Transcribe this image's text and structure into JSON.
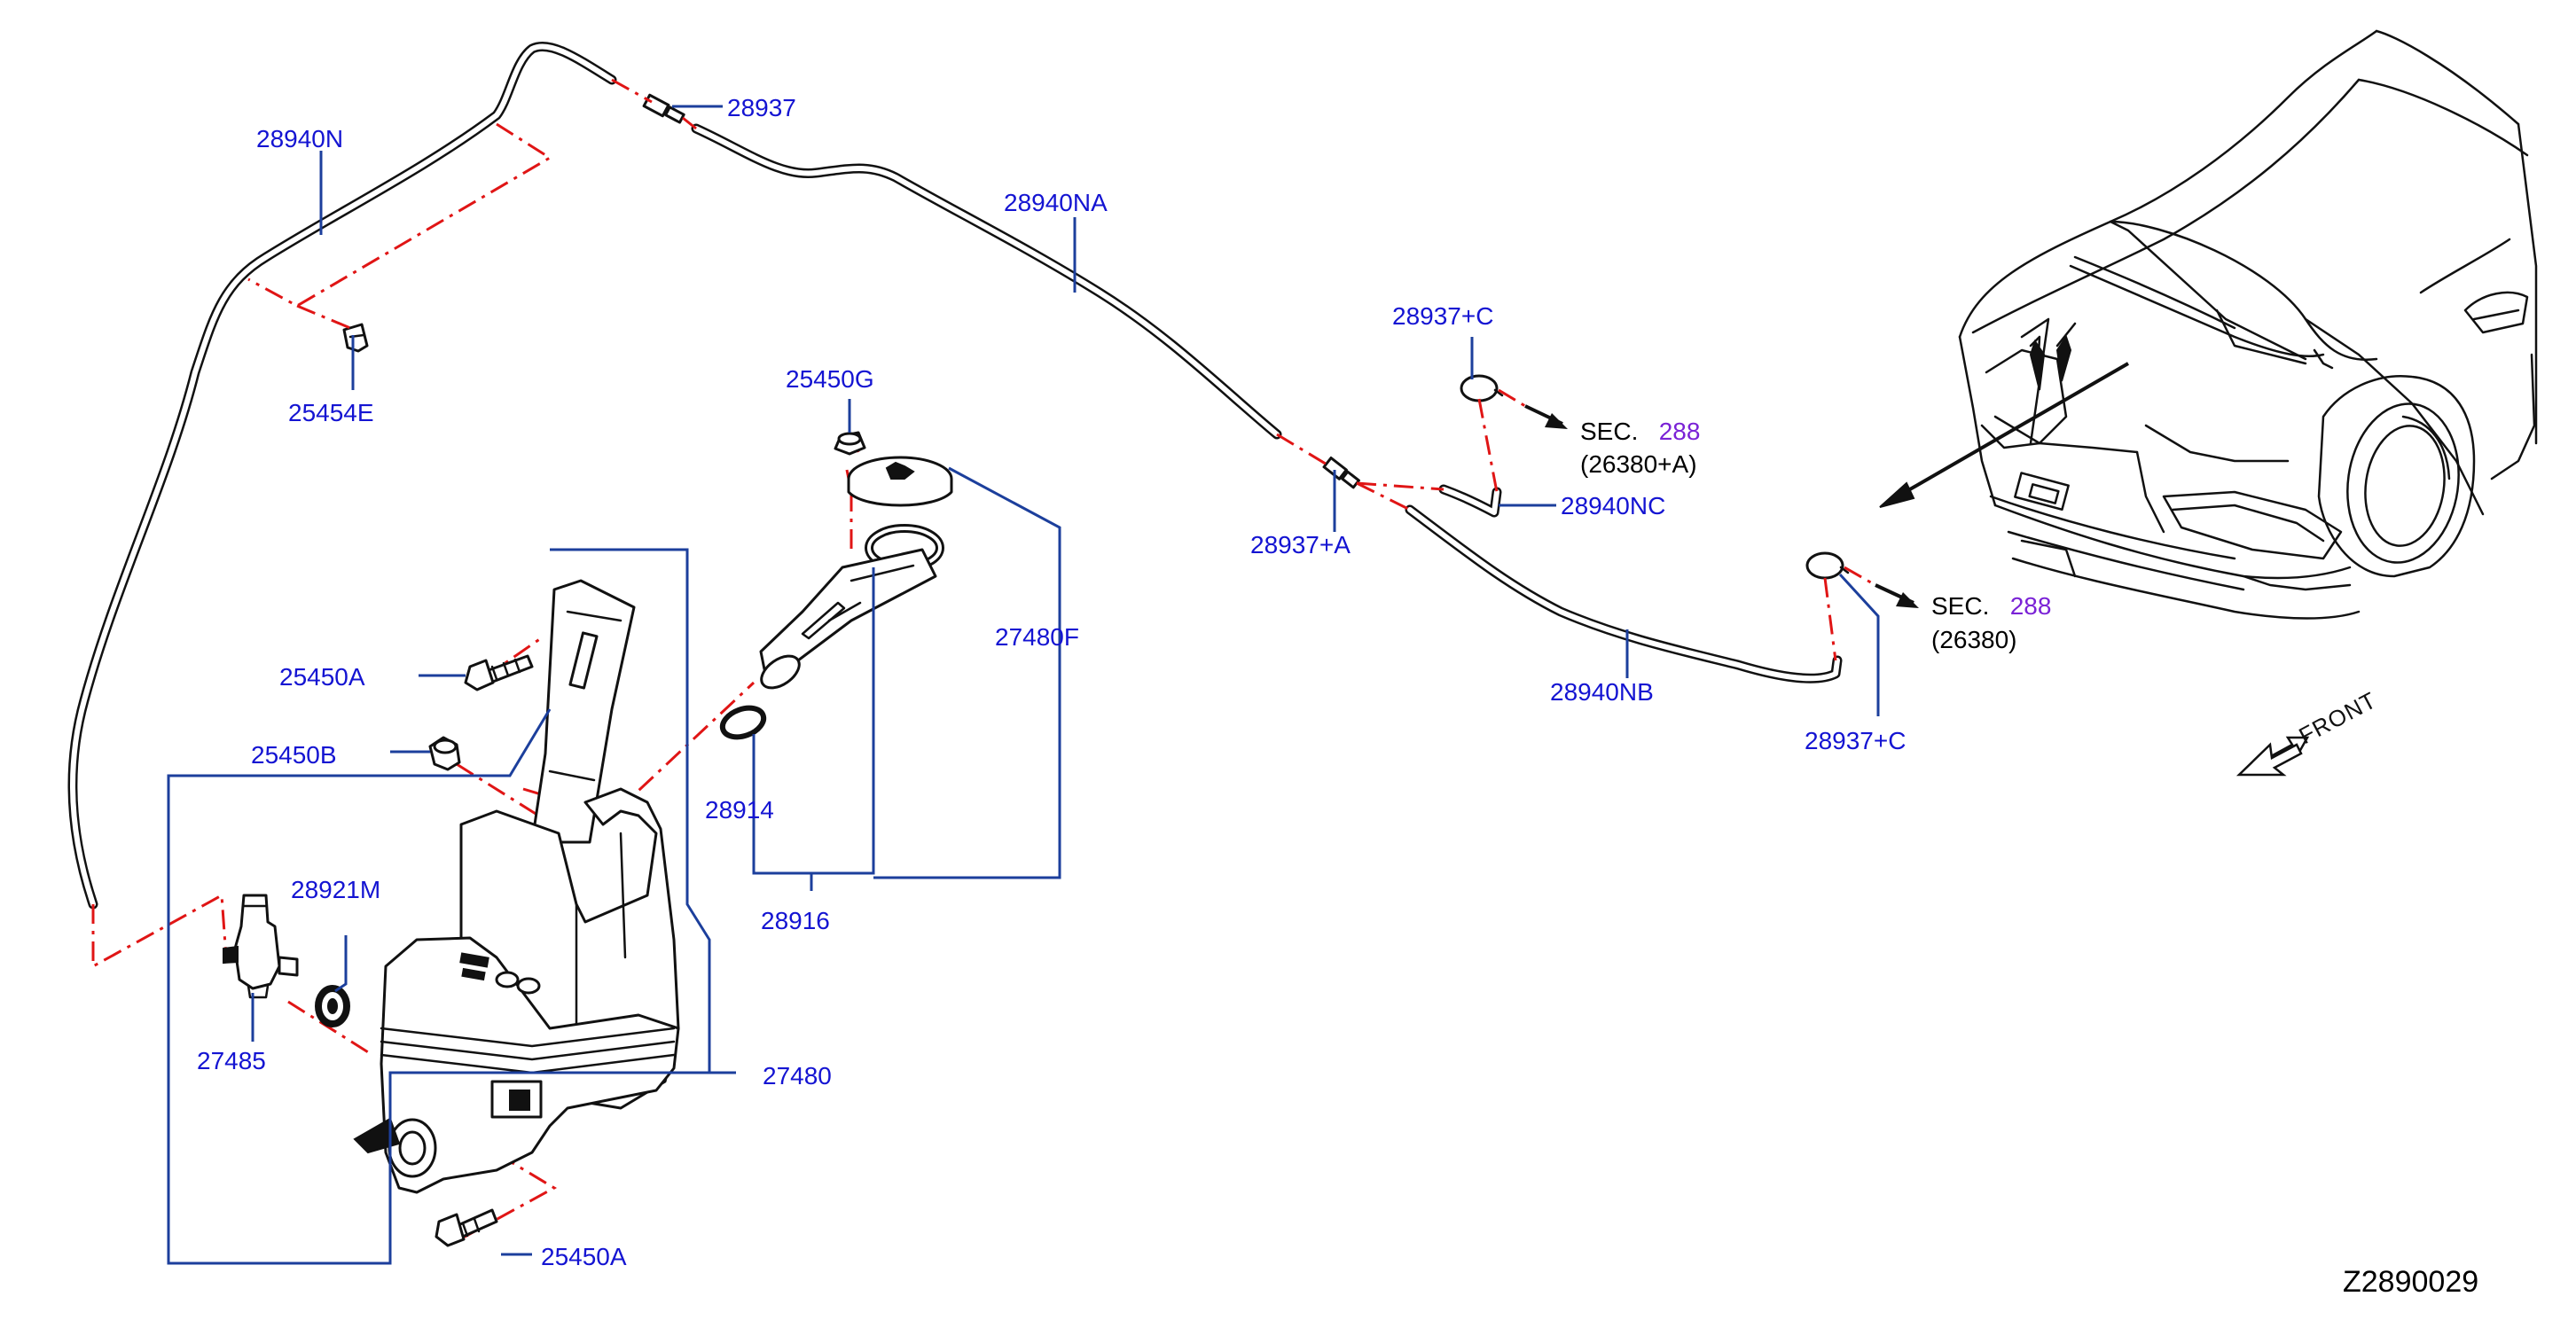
{
  "labels": {
    "p28940N": "28940N",
    "p28937": "28937",
    "p28940NA": "28940NA",
    "p25454E": "25454E",
    "p28937C_top": "28937+C",
    "p25450G": "25450G",
    "p28940NC": "28940NC",
    "p28937A": "28937+A",
    "p27480F": "27480F",
    "p25450A_top": "25450A",
    "p25450B": "25450B",
    "p28914": "28914",
    "p28921M": "28921M",
    "p28916": "28916",
    "p27485": "27485",
    "p27480": "27480",
    "p25450A_bottom": "25450A",
    "p28940NB": "28940NB",
    "p28937C_bottom": "28937+C"
  },
  "sec_refs": {
    "upper": {
      "prefix": "SEC.",
      "number": "288",
      "sub": "(26380+A)"
    },
    "lower": {
      "prefix": "SEC.",
      "number": "288",
      "sub": "(26380)"
    }
  },
  "front_label": "FRONT",
  "diagram_ref": "Z2890029",
  "colors": {
    "part_number": "#1414d2",
    "leader_line": "#1c3f9c",
    "dashed_line": "#e01515",
    "sec_number": "#7a22d6",
    "outline": "#111111"
  },
  "icons": {
    "front_arrow": "hollow-arrow-icon",
    "direction_arrow": "solid-arrow-icon"
  }
}
